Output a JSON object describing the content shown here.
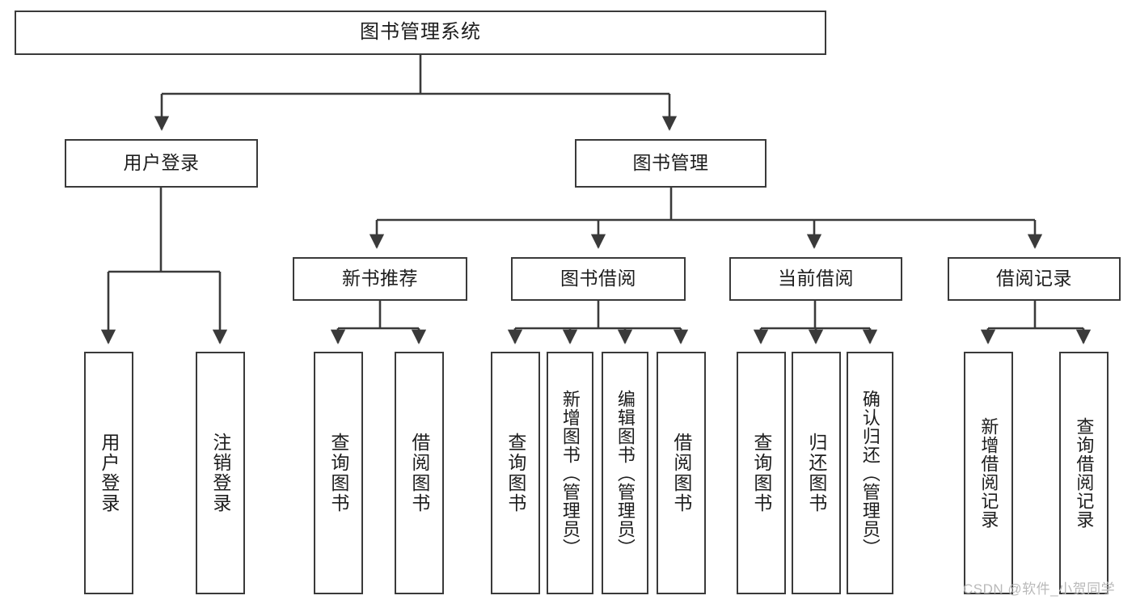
{
  "diagram": {
    "title": "图书管理系统",
    "type": "tree",
    "orientation": "top-down",
    "line_color": "#3a3a3a",
    "box_fill": "#ffffff",
    "text_color": "#1d1d1d",
    "nodes": {
      "root": {
        "label": "图书管理系统"
      },
      "level1": [
        {
          "label": "用户登录"
        },
        {
          "label": "图书管理"
        }
      ],
      "level2": [
        {
          "label": "新书推荐"
        },
        {
          "label": "图书借阅"
        },
        {
          "label": "当前借阅"
        },
        {
          "label": "借阅记录"
        }
      ],
      "leaves": [
        {
          "label": "用户登录",
          "parent": "用户登录"
        },
        {
          "label": "注销登录",
          "parent": "用户登录"
        },
        {
          "label": "查询图书",
          "parent": "新书推荐"
        },
        {
          "label": "借阅图书",
          "parent": "新书推荐"
        },
        {
          "label": "查询图书",
          "parent": "图书借阅"
        },
        {
          "label": "新增图书（管理员）",
          "parent": "图书借阅"
        },
        {
          "label": "编辑图书（管理员）",
          "parent": "图书借阅"
        },
        {
          "label": "借阅图书",
          "parent": "图书借阅"
        },
        {
          "label": "查询图书",
          "parent": "当前借阅"
        },
        {
          "label": "归还图书",
          "parent": "当前借阅"
        },
        {
          "label": "确认归还（管理员）",
          "parent": "当前借阅"
        },
        {
          "label": "新增借阅记录",
          "parent": "借阅记录"
        },
        {
          "label": "查询借阅记录",
          "parent": "借阅记录"
        }
      ]
    }
  },
  "watermark": {
    "text": "CSDN @软件_小贺同学",
    "color": "#b9b9b9"
  }
}
